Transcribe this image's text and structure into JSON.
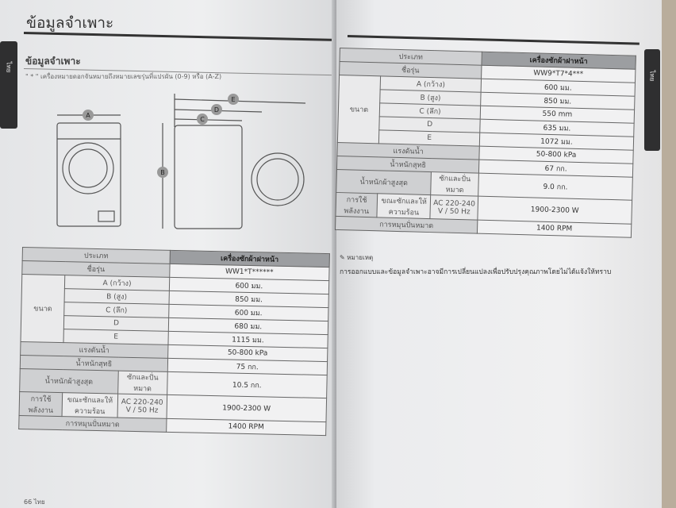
{
  "left_page": {
    "title": "ข้อมูลจำเพาะ",
    "section_title": "ข้อมูลจำเพาะ",
    "note": "\" * \" เครื่องหมายดอกจันหมายถึงหมายเลขรุ่นที่แปรผัน (0-9) หรือ (A-Z)",
    "side_tab": "ไทย",
    "footer": "66  ไทย",
    "diagram_labels": [
      "A",
      "B",
      "C",
      "D",
      "E"
    ],
    "table": {
      "header_label": "ประเภท",
      "header_value": "เครื่องซักผ้าฝาหน้า",
      "model_label": "ชื่อรุ่น",
      "model_value": "WW1*T******",
      "size_label": "ขนาด",
      "dims": [
        {
          "label": "A (กว้าง)",
          "value": "600 มม."
        },
        {
          "label": "B (สูง)",
          "value": "850 มม."
        },
        {
          "label": "C (ลึก)",
          "value": "600 มม."
        },
        {
          "label": "D",
          "value": "680 มม."
        },
        {
          "label": "E",
          "value": "1115 มม."
        }
      ],
      "pressure_label": "แรงดันน้ำ",
      "pressure_value": "50-800 kPa",
      "weight_label": "น้ำหนักสุทธิ",
      "weight_value": "75 กก.",
      "maxload_label": "น้ำหนักผ้าสูงสุด",
      "maxload_sub": "ซักและปั่นหมาด",
      "maxload_value": "10.5 กก.",
      "power_label": "การใช้พลังงาน",
      "power_sub": "ขณะซักและให้ความร้อน",
      "power_supply": "AC 220-240 V / 50 Hz",
      "power_value": "1900-2300 W",
      "spin_label": "การหมุนปั่นหมาด",
      "spin_value": "1400 RPM"
    }
  },
  "right_page": {
    "side_tab": "ไทย",
    "remark_title": "หมายเหตุ",
    "remark_text": "การออกแบบและข้อมูลจำเพาะอาจมีการเปลี่ยนแปลงเพื่อปรับปรุงคุณภาพโดยไม่ได้แจ้งให้ทราบ",
    "table": {
      "header_label": "ประเภท",
      "header_value": "เครื่องซักผ้าฝาหน้า",
      "model_label": "ชื่อรุ่น",
      "model_value": "WW9*T7*4***",
      "size_label": "ขนาด",
      "dims": [
        {
          "label": "A (กว้าง)",
          "value": "600 มม."
        },
        {
          "label": "B (สูง)",
          "value": "850 มม."
        },
        {
          "label": "C (ลึก)",
          "value": "550 mm"
        },
        {
          "label": "D",
          "value": "635 มม."
        },
        {
          "label": "E",
          "value": "1072 มม."
        }
      ],
      "pressure_label": "แรงดันน้ำ",
      "pressure_value": "50-800 kPa",
      "weight_label": "น้ำหนักสุทธิ",
      "weight_value": "67 กก.",
      "maxload_label": "น้ำหนักผ้าสูงสุด",
      "maxload_sub": "ซักและปั่นหมาด",
      "maxload_value": "9.0 กก.",
      "power_label": "การใช้พลังงาน",
      "power_sub": "ขณะซักและให้ความร้อน",
      "power_supply": "AC 220-240 V / 50 Hz",
      "power_value": "1900-2300 W",
      "spin_label": "การหมุนปั่นหมาด",
      "spin_value": "1400 RPM"
    }
  }
}
